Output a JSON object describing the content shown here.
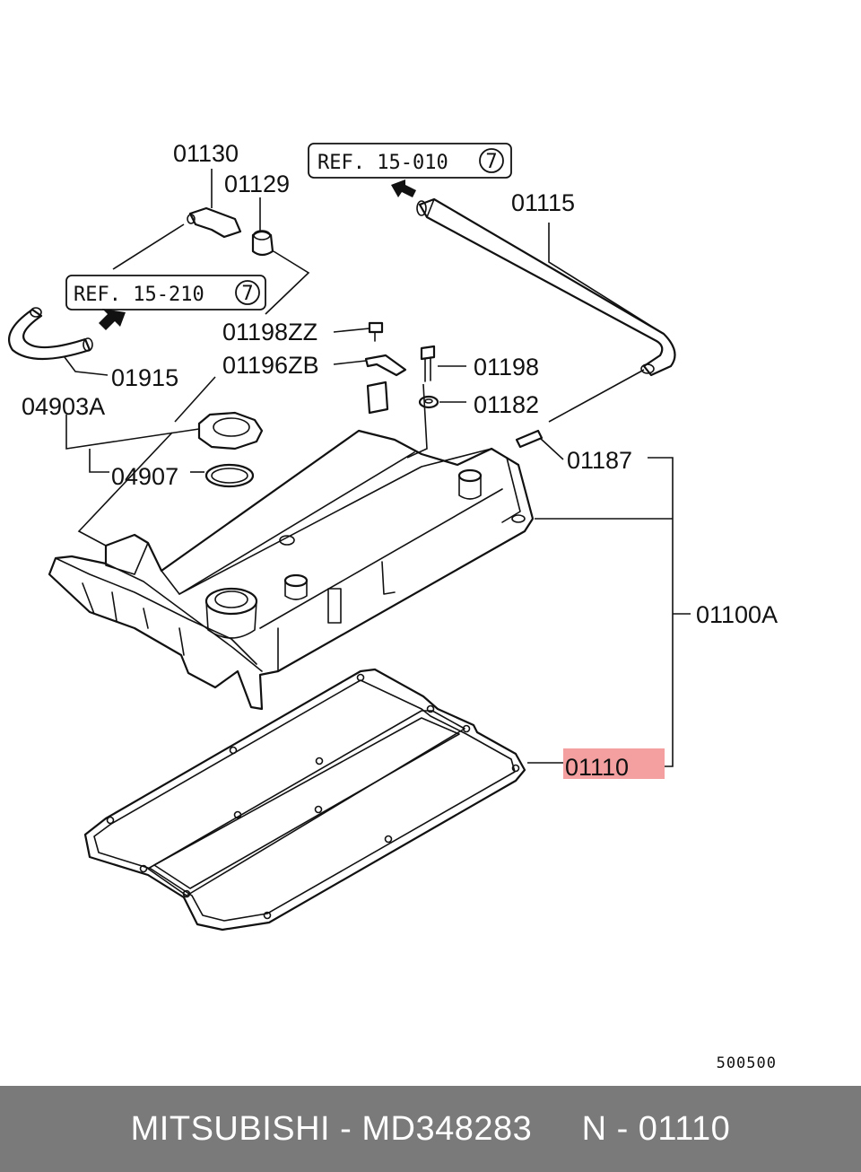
{
  "diagram": {
    "highlight_color": "#f4a0a0",
    "part_labels": {
      "p01130": "01130",
      "p01129": "01129",
      "p01115": "01115",
      "p01198ZZ": "01198ZZ",
      "p01196ZB": "01196ZB",
      "p01198": "01198",
      "p01182": "01182",
      "p01915": "01915",
      "p04903A": "04903A",
      "p04907": "04907",
      "p01187": "01187",
      "p01100A": "01100A",
      "p01110": "01110"
    },
    "refs": {
      "ref_top": "REF. 15-010",
      "ref_top_circle": "7",
      "ref_left": "REF. 15-210",
      "ref_left_circle": "7"
    },
    "figure_number": "500500"
  },
  "footer": {
    "text": "MITSUBISHI - MD348283     N - 01110",
    "background": "#7a7a7a"
  }
}
